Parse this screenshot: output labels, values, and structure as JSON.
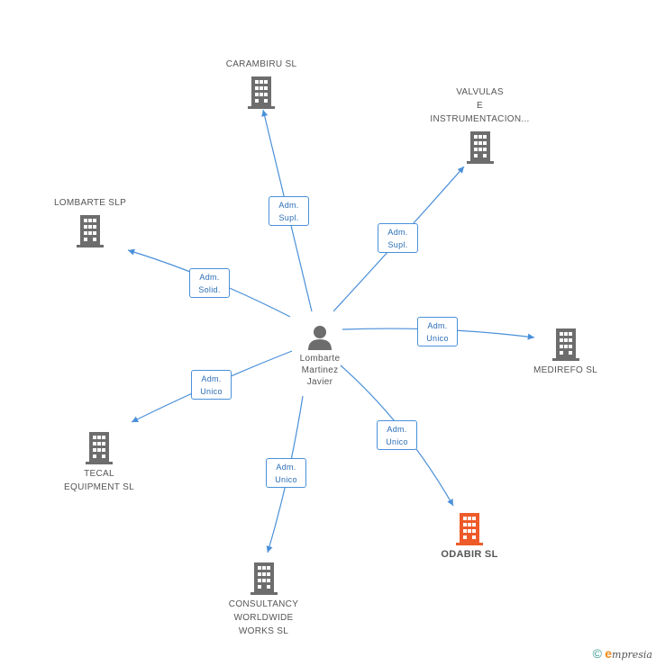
{
  "center": {
    "name": "Lombarte\nMartinez\nJavier",
    "icon": "person-icon"
  },
  "companies": [
    {
      "id": "carambiru",
      "name": "CARAMBIRU SL",
      "icon": "building-icon",
      "color": "#6d6d6d"
    },
    {
      "id": "valvulas",
      "name": "VALVULAS\nE\nINSTRUMENTACION...",
      "icon": "building-icon",
      "color": "#6d6d6d"
    },
    {
      "id": "lombarte",
      "name": "LOMBARTE SLP",
      "icon": "building-icon",
      "color": "#6d6d6d"
    },
    {
      "id": "medirefo",
      "name": "MEDIREFO SL",
      "icon": "building-icon",
      "color": "#6d6d6d"
    },
    {
      "id": "tecal",
      "name": "TECAL\nEQUIPMENT  SL",
      "icon": "building-icon",
      "color": "#6d6d6d"
    },
    {
      "id": "consultancy",
      "name": "CONSULTANCY\nWORLDWIDE\nWORKS  SL",
      "icon": "building-icon",
      "color": "#6d6d6d"
    },
    {
      "id": "odabir",
      "name": "ODABIR SL",
      "icon": "building-icon",
      "color": "#ee5a2a"
    }
  ],
  "relations": [
    {
      "target": "carambiru",
      "label": "Adm.\nSupl."
    },
    {
      "target": "valvulas",
      "label": "Adm.\nSupl."
    },
    {
      "target": "lombarte",
      "label": "Adm.\nSolid."
    },
    {
      "target": "medirefo",
      "label": "Adm.\nUnico"
    },
    {
      "target": "tecal",
      "label": "Adm.\nUnico"
    },
    {
      "target": "consultancy",
      "label": "Adm.\nUnico"
    },
    {
      "target": "odabir",
      "label": "Adm.\nUnico"
    }
  ],
  "colors": {
    "edge": "#4a90d9",
    "node": "#6d6d6d",
    "highlight": "#ee5a2a"
  },
  "footer": {
    "copyright": "©",
    "brand_initial": "e",
    "brand_rest": "mpresia"
  }
}
